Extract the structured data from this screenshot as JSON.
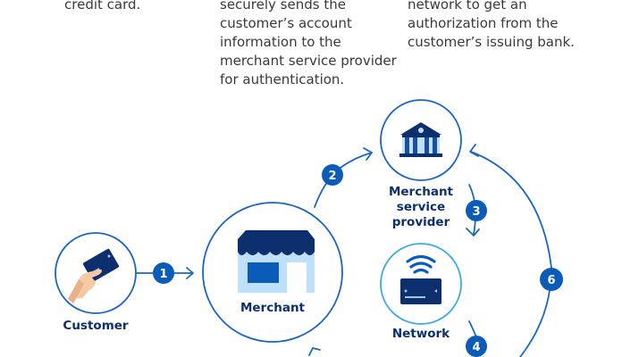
{
  "descriptions": [
    {
      "lines": [
        "credit card."
      ]
    },
    {
      "lines": [
        "securely sends the",
        "customer’s account",
        "information to the",
        "merchant service provider",
        "for authentication."
      ]
    },
    {
      "lines": [
        "network to get an",
        "authorization from the",
        "customer’s issuing bank."
      ]
    }
  ],
  "nodes": {
    "customer": {
      "label": "Customer",
      "icon": "hand-holding-card-icon"
    },
    "merchant": {
      "label": "Merchant",
      "icon": "storefront-icon"
    },
    "msp": {
      "label_lines": [
        "Merchant",
        "service",
        "provider"
      ],
      "icon": "bank-building-icon"
    },
    "network": {
      "label": "Network",
      "icon": "wireless-card-icon"
    }
  },
  "steps": [
    {
      "number": "1",
      "from": "Customer",
      "to": "Merchant"
    },
    {
      "number": "2",
      "from": "Merchant",
      "to": "Merchant service provider"
    },
    {
      "number": "3",
      "from": "Merchant service provider",
      "to": "Network"
    },
    {
      "number": "4",
      "from": "Network",
      "to": ""
    },
    {
      "number": "6",
      "from": "",
      "to": "Merchant service provider"
    }
  ],
  "colors": {
    "primary_blue": "#0b5cb8",
    "navy": "#0d2f6e",
    "light_blue": "#bfe0fb",
    "network_ring": "#3fa9e8",
    "text_gray": "#3a3a3a",
    "skin": "#f5c9a4"
  }
}
